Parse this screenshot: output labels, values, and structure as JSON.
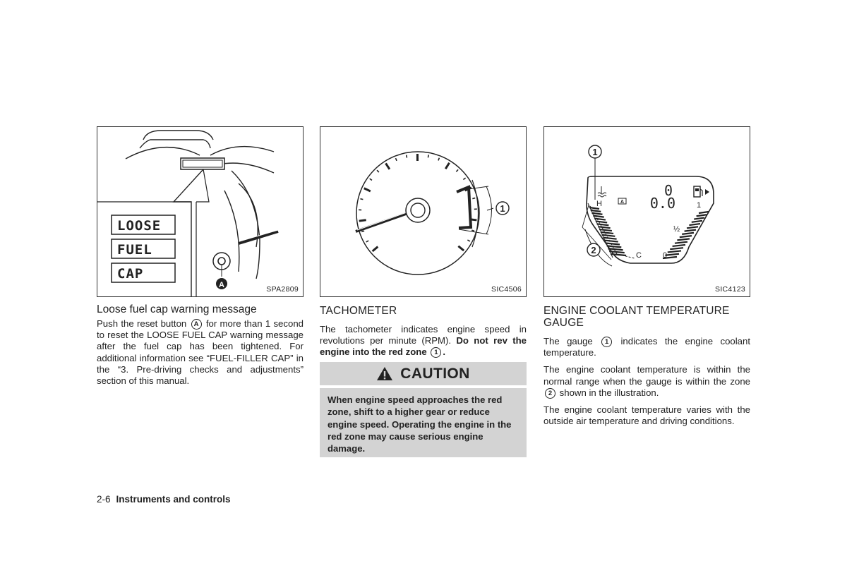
{
  "figures": {
    "fig1": {
      "code": "SPA2809",
      "display_lines": [
        "LOOSE",
        "FUEL",
        "CAP"
      ],
      "callout": "A"
    },
    "fig2": {
      "code": "SIC4506",
      "callout": "1"
    },
    "fig3": {
      "code": "SIC4123",
      "callout_1": "1",
      "callout_2": "2",
      "gauge_h": "H",
      "gauge_c": "C",
      "fuel_full": "1",
      "fuel_half": "½",
      "fuel_empty": "0",
      "odo_top": "0",
      "odo_main": "0.0",
      "mode_badge": "A"
    }
  },
  "left": {
    "heading": "Loose fuel cap warning message",
    "para_part1": "Push the reset button",
    "para_mark": "A",
    "para_part2": "for more than 1 second to reset the LOOSE FUEL CAP warning message after the fuel cap has been tightened. For additional information see “FUEL-FILLER CAP” in the “3. Pre-driving checks and adjustments” section of this manual."
  },
  "middle": {
    "heading": "TACHOMETER",
    "para_part1": "The tachometer indicates engine speed in revolutions per minute (RPM).",
    "para_bold": "Do not rev the engine into the red zone",
    "para_mark": "1",
    "para_end": ".",
    "caution": {
      "title": "CAUTION",
      "body": "When engine speed approaches the red zone, shift to a higher gear or reduce engine speed. Operating the engine in the red zone may cause serious engine damage."
    }
  },
  "right": {
    "heading": "ENGINE COOLANT TEMPERATURE GAUGE",
    "p1_part1": "The gauge",
    "p1_mark": "1",
    "p1_part2": "indicates the engine coolant temperature.",
    "p2_part1": "The engine coolant temperature is within the normal range when the gauge is within the zone",
    "p2_mark": "2",
    "p2_part2": "shown in the illustration.",
    "p3": "The engine coolant temperature varies with the outside air temperature and driving conditions."
  },
  "footer": {
    "page": "2-6",
    "section": "Instruments and controls"
  }
}
